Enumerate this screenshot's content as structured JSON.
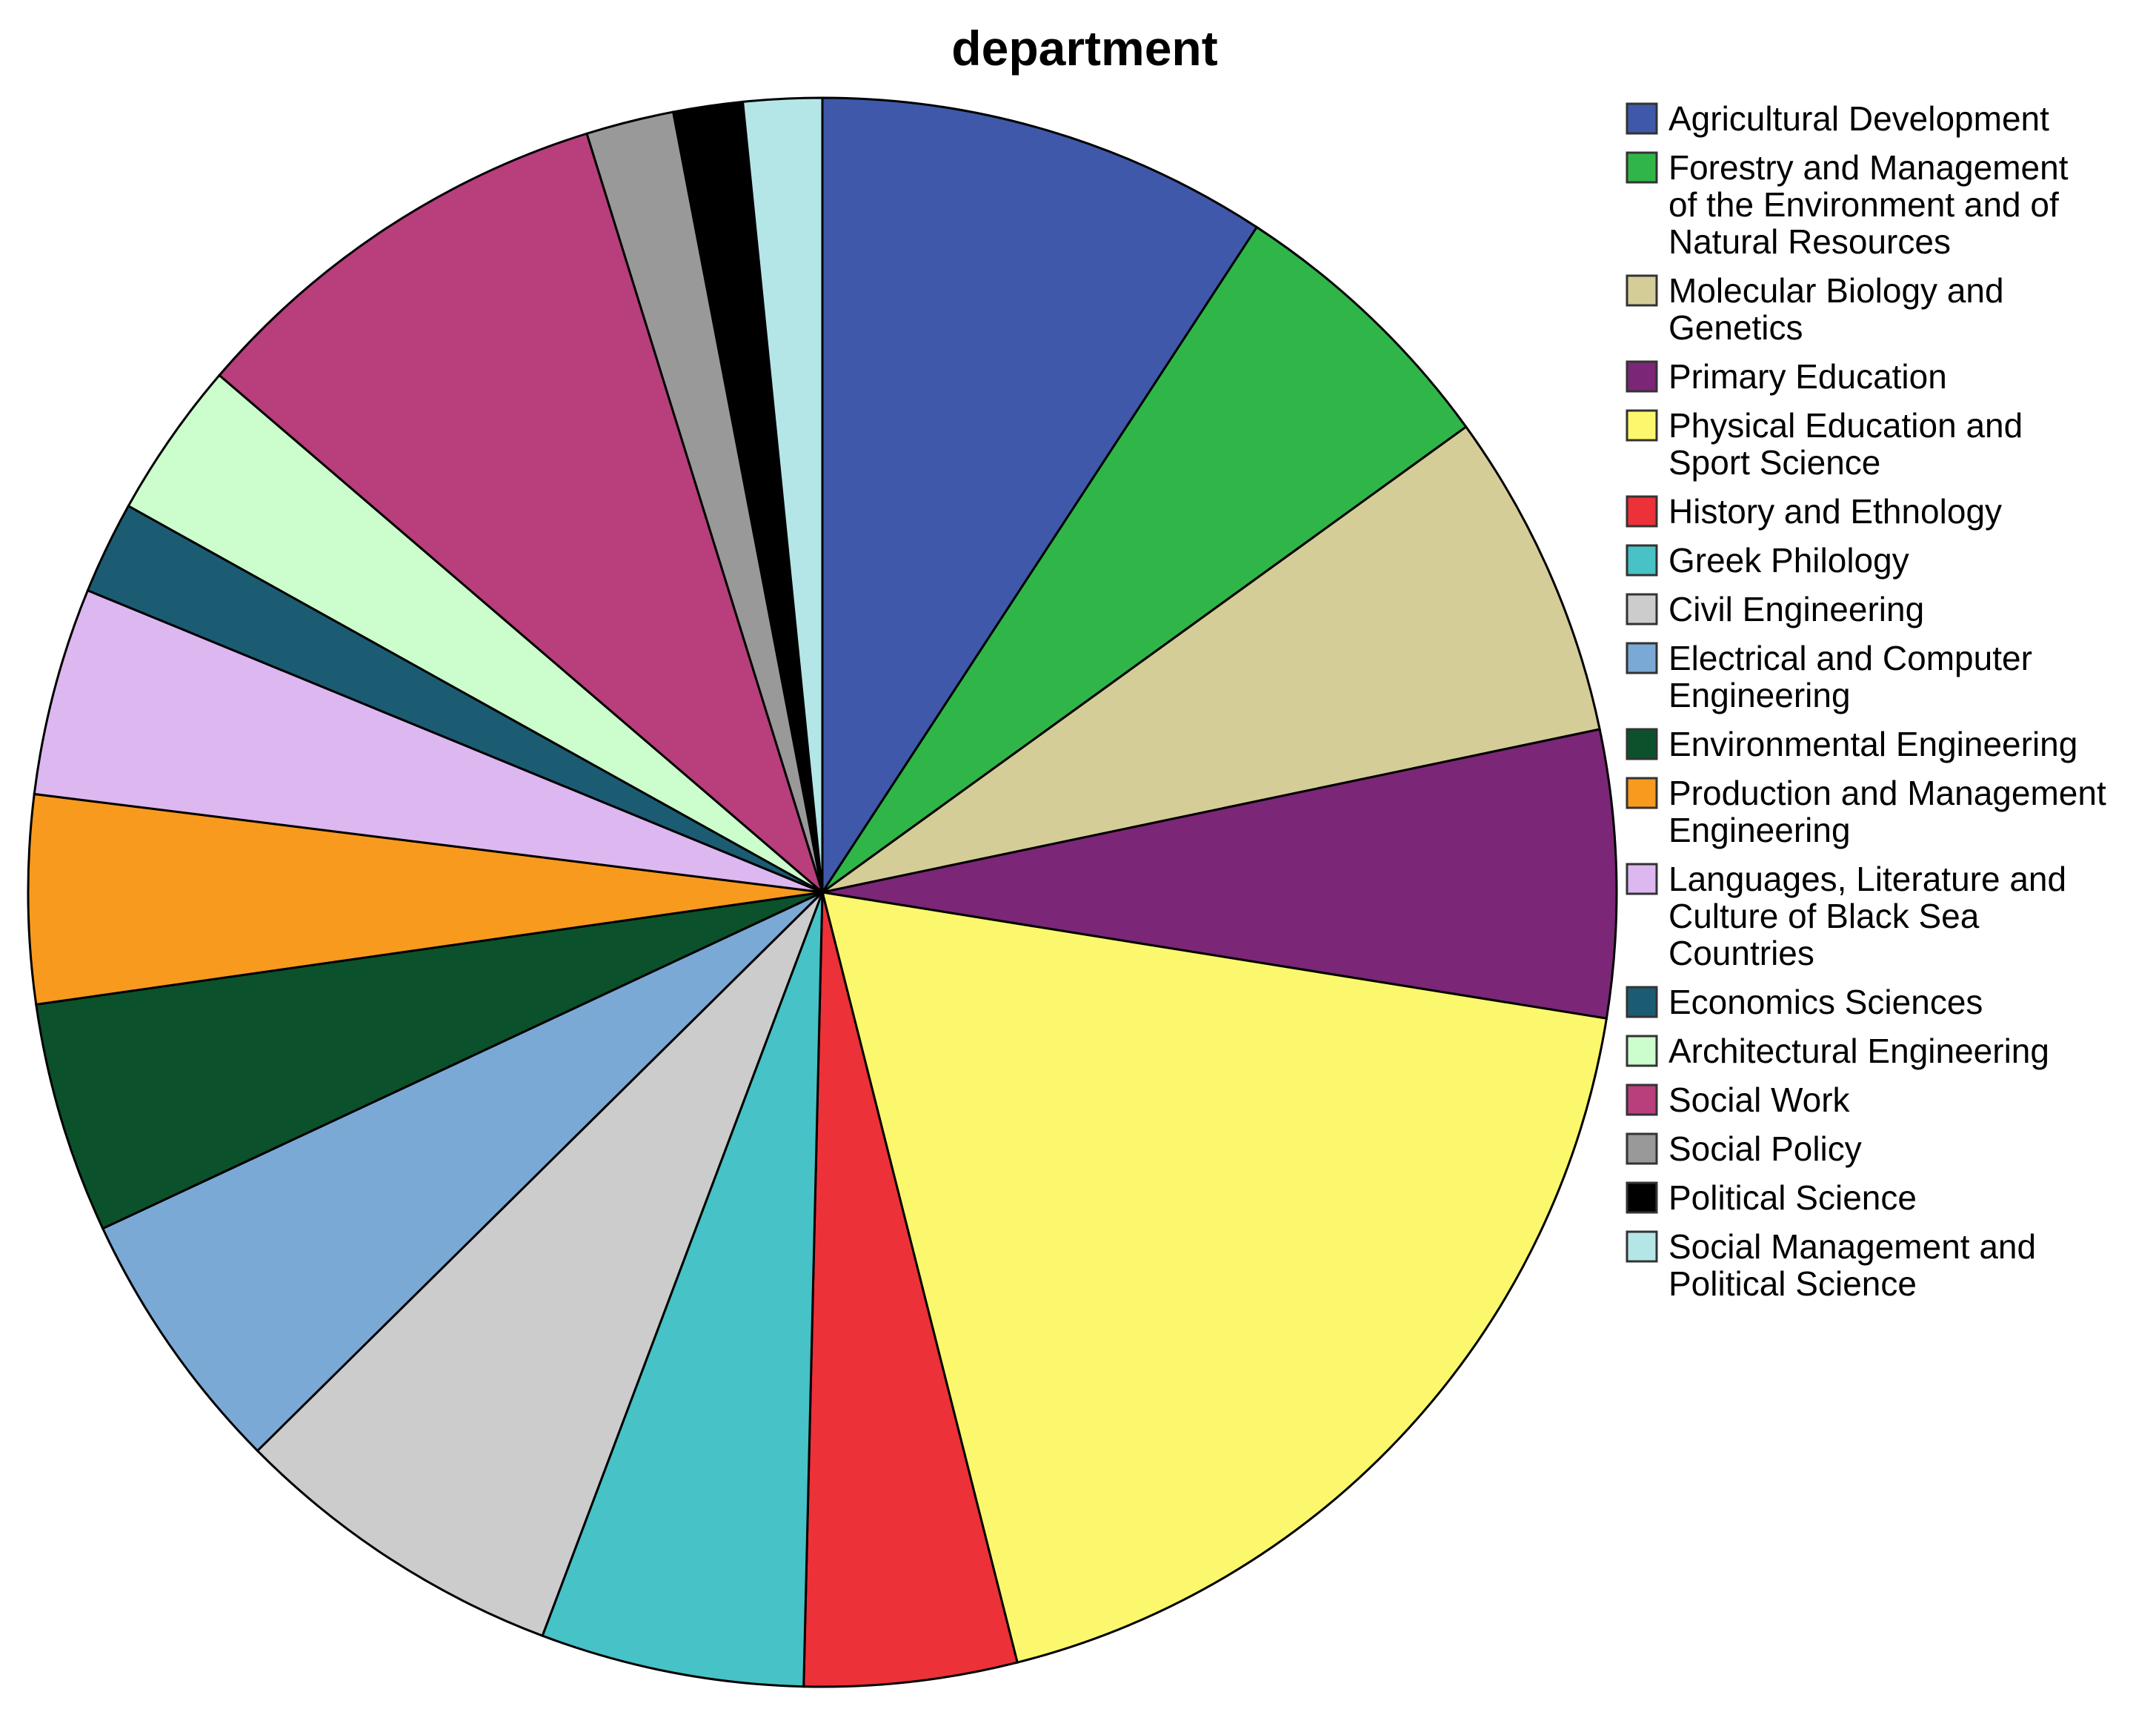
{
  "chart_data": {
    "type": "pie",
    "title": "department",
    "legend_position": "right",
    "start_angle": "12 o'clock, clockwise",
    "slices": [
      {
        "label": "Agricultural Development",
        "value": 9.8,
        "color": "#3f58a9"
      },
      {
        "label": "Forestry and Management of the Environment and of Natural Resources",
        "value": 6.2,
        "color": "#30b549"
      },
      {
        "label": "Molecular Biology and Genetics",
        "value": 7.1,
        "color": "#d4cd98"
      },
      {
        "label": "Primary Education",
        "value": 6.2,
        "color": "#7b2677"
      },
      {
        "label": "Physical Education and Sport Science",
        "value": 19.7,
        "color": "#fbf86d"
      },
      {
        "label": "History and Ethnology",
        "value": 4.6,
        "color": "#ec3139"
      },
      {
        "label": "Greek Philology",
        "value": 5.7,
        "color": "#47c2c6"
      },
      {
        "label": "Civil Engineering",
        "value": 7.3,
        "color": "#cccccc"
      },
      {
        "label": "Electrical and Computer Engineering",
        "value": 5.8,
        "color": "#7ba9d6"
      },
      {
        "label": "Environmental Engineering",
        "value": 5.0,
        "color": "#0b512c"
      },
      {
        "label": "Production and Management Engineering",
        "value": 4.5,
        "color": "#f89a1e"
      },
      {
        "label": "Languages, Literature and Culture of Black Sea Countries",
        "value": 4.5,
        "color": "#dcb7f0"
      },
      {
        "label": "Economics Sciences",
        "value": 2.0,
        "color": "#1b5c73"
      },
      {
        "label": "Architectural Engineering",
        "value": 3.4,
        "color": "#ccfdcc"
      },
      {
        "label": "Social Work",
        "value": 9.5,
        "color": "#b83e7c"
      },
      {
        "label": "Social Policy",
        "value": 1.9,
        "color": "#999999"
      },
      {
        "label": "Political Science",
        "value": 1.5,
        "color": "#000000"
      },
      {
        "label": "Social Management and Political Science",
        "value": 1.7,
        "color": "#b4e6e8"
      }
    ]
  }
}
